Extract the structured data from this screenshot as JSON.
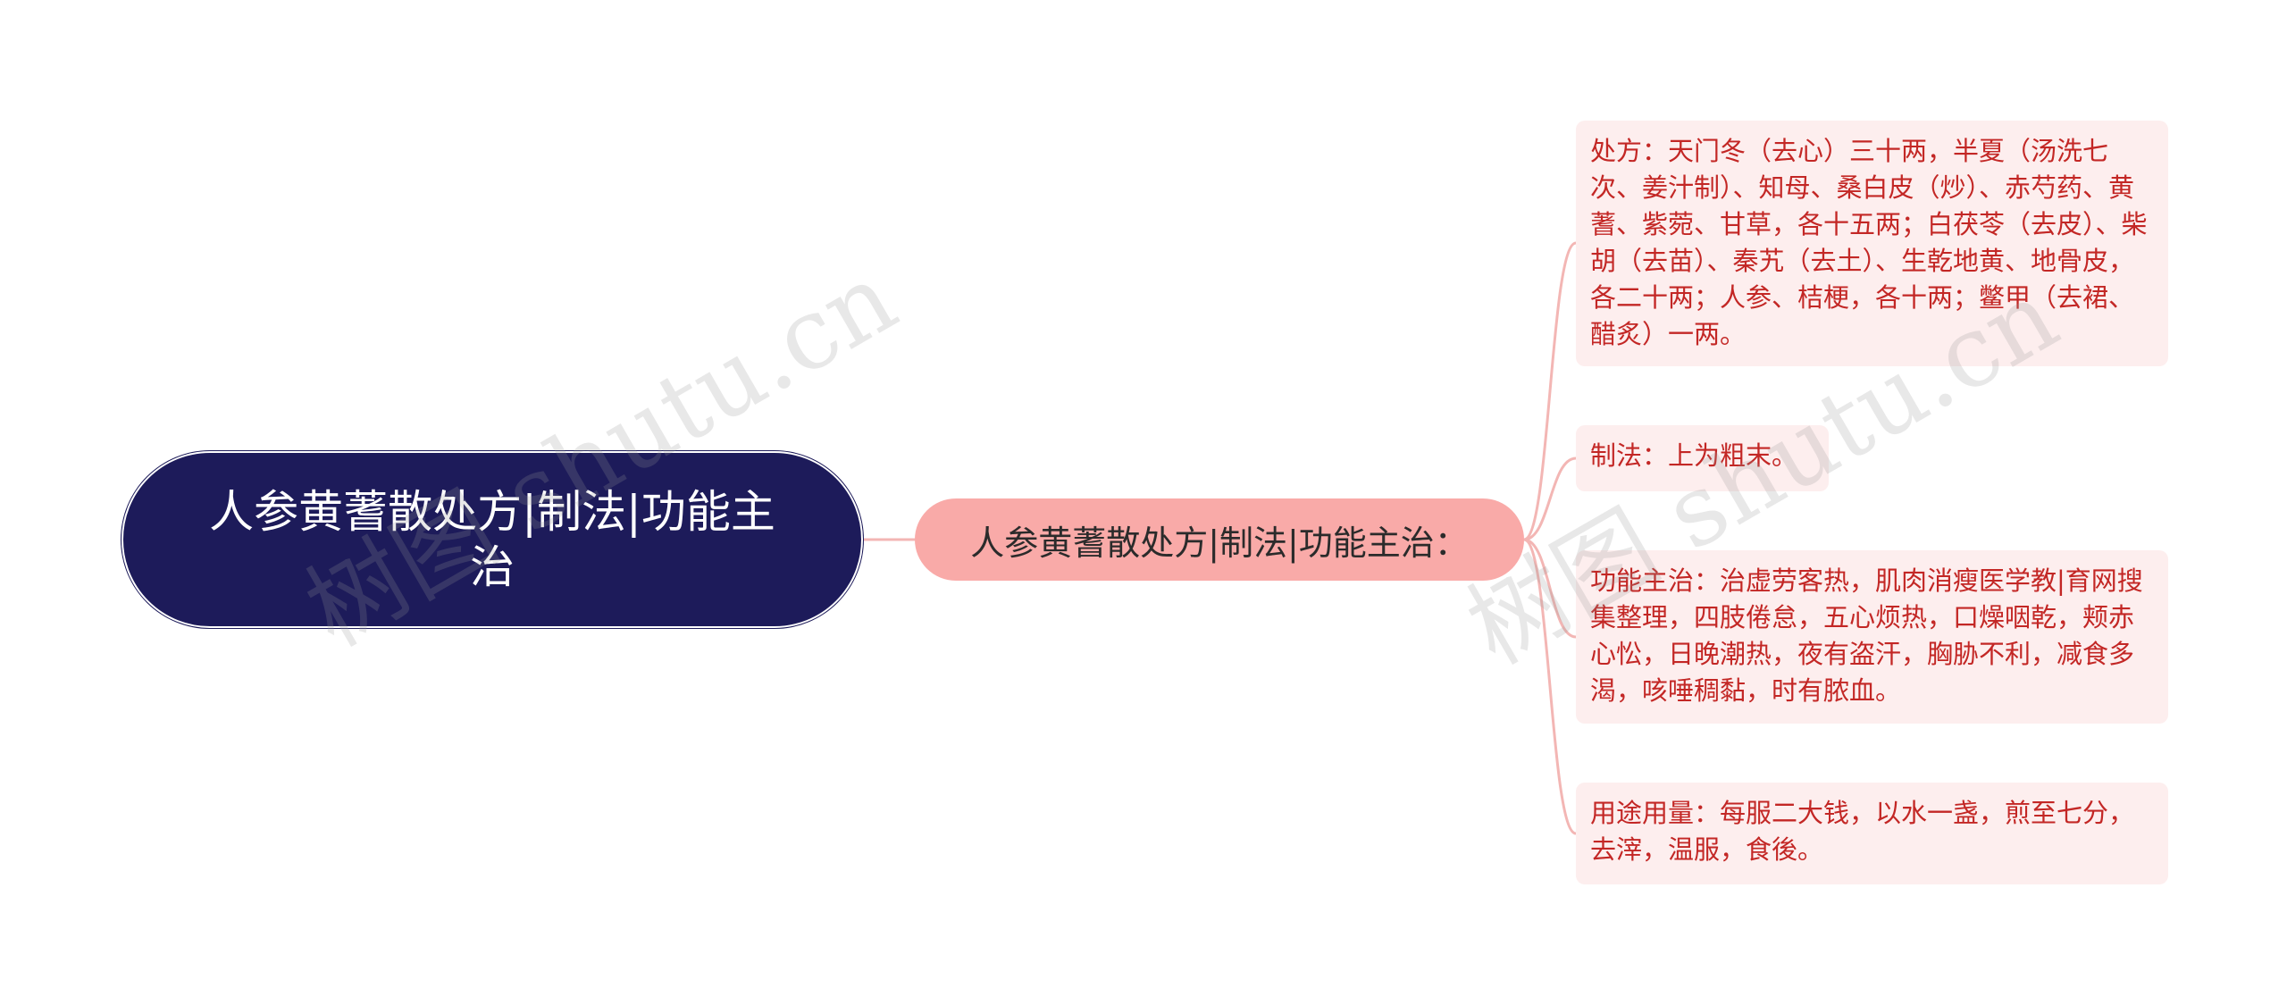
{
  "root": {
    "title": "人参黄蓍散处方|制法|功能主治"
  },
  "branch": {
    "label": "人参黄蓍散处方|制法|功能主治："
  },
  "leaves": [
    {
      "text": "处方：天门冬（去心）三十两，半夏（汤洗七次、姜汁制）、知母、桑白皮（炒）、赤芍药、黄蓍、紫菀、甘草，各十五两；白茯苓（去皮）、柴胡（去苗）、秦艽（去土）、生乾地黄、地骨皮，各二十两；人参、桔梗，各十两；鳖甲（去裙、醋炙）一两。"
    },
    {
      "text": "制法：上为粗末。"
    },
    {
      "text": "功能主治：治虚劳客热，肌肉消瘦医学教|育网搜集整理，四肢倦怠，五心烦热，口燥咽乾，颊赤心忪，日晚潮热，夜有盗汗，胸胁不利，减食多渴，咳唾稠黏，时有脓血。"
    },
    {
      "text": "用途用量：每服二大钱，以水一盏，煎至七分，去滓，温服，食後。"
    }
  ],
  "watermarks": [
    "树图 shutu.cn",
    "树图 shutu.cn"
  ],
  "colors": {
    "root_bg": "#1d1b5a",
    "branch_bg": "#f9aaa8",
    "leaf_bg": "#fdeeee",
    "leaf_text": "#c32725",
    "connector": "#f3b6b4"
  }
}
